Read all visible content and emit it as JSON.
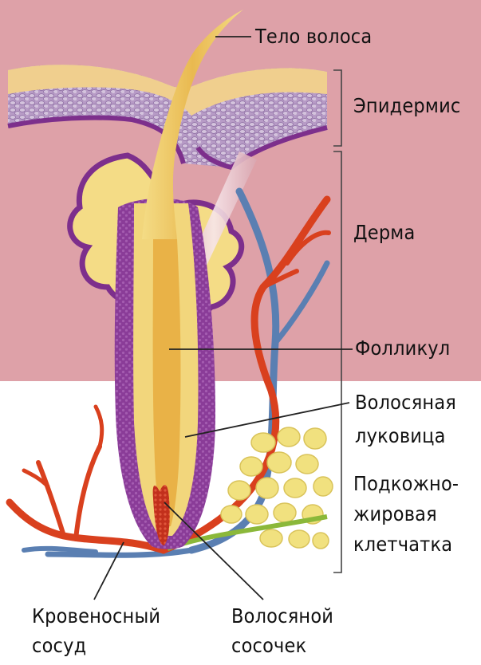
{
  "labels": {
    "hair_shaft": "Тело волоса",
    "epidermis": "Эпидермис",
    "dermis": "Дерма",
    "follicle": "Фолликул",
    "bulb_line1": "Волосяная",
    "bulb_line2": "луковица",
    "subcut_line1": "Подкожно-",
    "subcut_line2": "жировая",
    "subcut_line3": "клетчатка",
    "vessel_line1": "Кровеносный",
    "vessel_line2": "сосуд",
    "papilla_line1": "Волосяной",
    "papilla_line2": "сосочек"
  },
  "colors": {
    "dermis_bg": "#dea1a8",
    "subcutis_bg": "#ffffff",
    "epidermis_top": "#f0cf8e",
    "epidermis_cells": "#a98ab8",
    "follicle_sheath": "#8c3a9a",
    "hair": "#f3d77a",
    "hair_core": "#e6a93a",
    "artery": "#d9401e",
    "vein": "#5a7fb2",
    "fat_cells": "#f1e17f",
    "papilla": "#d13a22"
  }
}
